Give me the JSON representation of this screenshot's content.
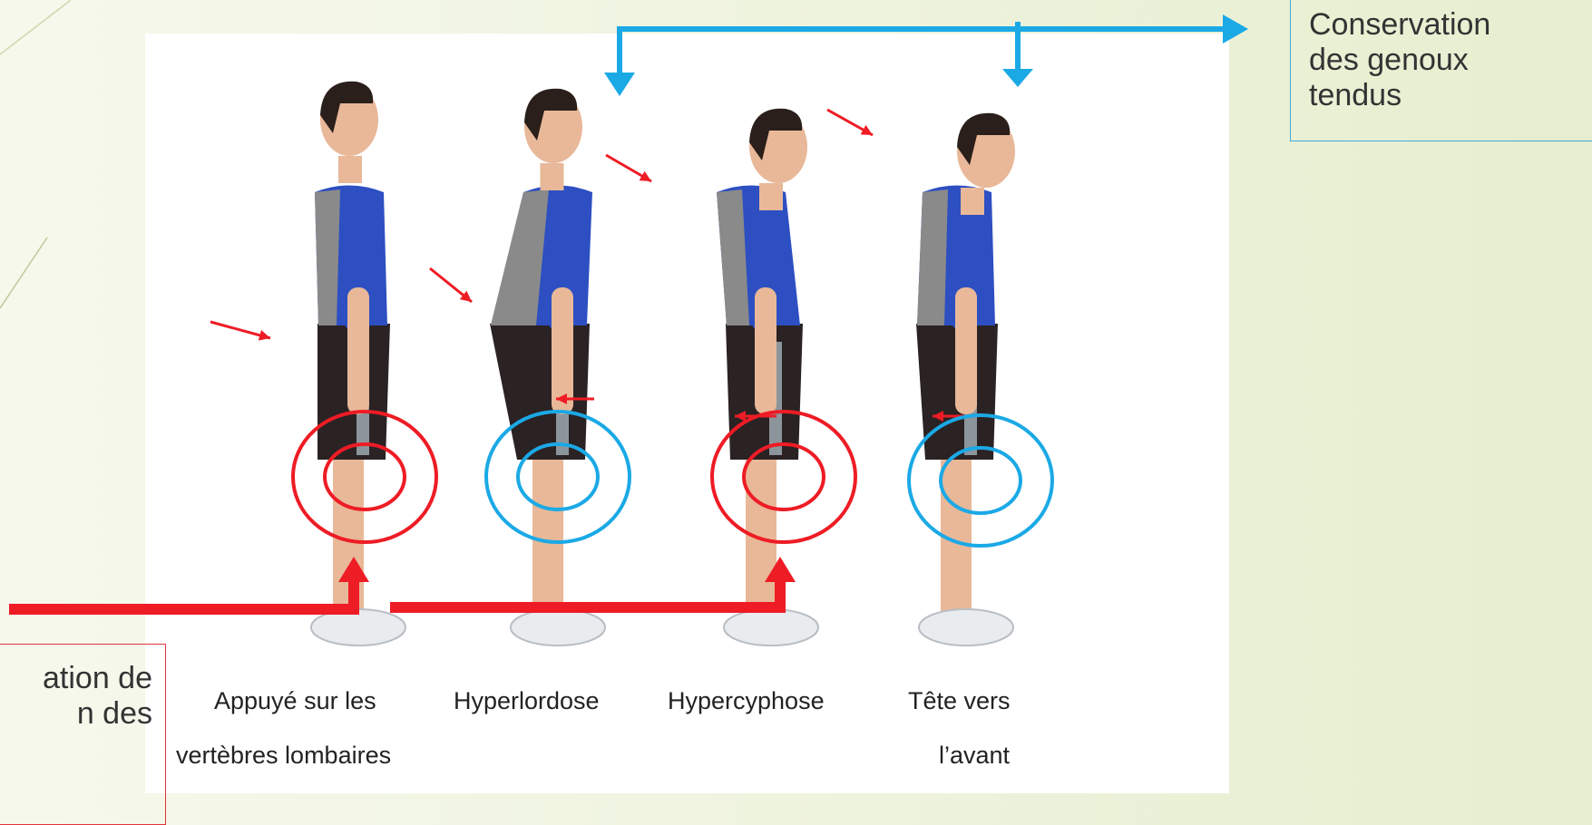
{
  "slide": {
    "photo": {
      "labels": {
        "lumbar": [
          "Appuyé sur les",
          "vertèbres lombaires"
        ],
        "hyperlordose": "Hyperlordose",
        "hypercyphose": "Hypercyphose",
        "head_forward": [
          "Tête vers",
          "l’avant"
        ]
      }
    },
    "callout_blue": {
      "lines": [
        "Conservation",
        "des genoux",
        "tendus"
      ]
    },
    "callout_red": {
      "lines": [
        "ation de",
        "n des"
      ]
    },
    "colors": {
      "blue_marker": "#1ba9e6",
      "red_marker": "#ee1c25",
      "shirt_blue": "#2d4fc2",
      "shirt_gray": "#8a8a8a",
      "shorts": "#2b2224",
      "skin": "#e8b899"
    }
  }
}
